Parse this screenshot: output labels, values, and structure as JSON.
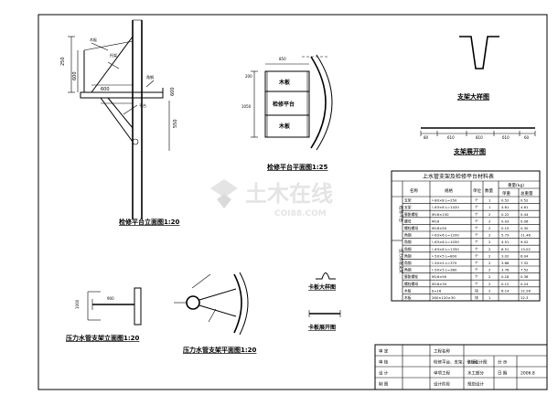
{
  "views": {
    "platform_elevation": {
      "title": "检修平台立面图1:20",
      "dims": [
        "250",
        "600",
        "600",
        "550",
        "600"
      ],
      "labels": [
        "木板",
        "托架",
        "角钢",
        "平台"
      ]
    },
    "platform_plan": {
      "title": "检修平台平面图1:25",
      "labels": [
        "木板",
        "检修平台",
        "木板"
      ],
      "dims": [
        "200",
        "1050",
        "850"
      ]
    },
    "bracket_detail": {
      "title": "支架大样图"
    },
    "bracket_unfold": {
      "title": "支架展开图",
      "dims": [
        "80",
        "610",
        "810",
        "610",
        "60"
      ]
    },
    "pipe_elevation": {
      "title": "压力水管支架立面图1:20",
      "dims": [
        "900",
        "1000"
      ]
    },
    "pipe_plan": {
      "title": "压力水管支架平面图1:20"
    },
    "clip_detail": {
      "title": "卡板大样图"
    },
    "clip_unfold": {
      "title": "卡板展开图"
    }
  },
  "material_table": {
    "title": "上水管支架及检修平台材料表",
    "side_label_1": "检修平台",
    "side_label_2": "压力水管支架",
    "headers": [
      "名称",
      "规格",
      "单位",
      "数量",
      "单重",
      "总重量"
    ],
    "weight_group": "重量(kg)",
    "rows": [
      [
        "支架",
        "∟80×8 L=250",
        "个",
        "1",
        "0.52",
        "0.52"
      ],
      [
        "支架",
        "∟63×6 L=1420",
        "个",
        "1",
        "4.61",
        "4.61"
      ],
      [
        "膨胀螺栓",
        "M16×150",
        "个",
        "2",
        "0.22",
        "0.44"
      ],
      [
        "螺母",
        "M16",
        "个",
        "2",
        "0.03",
        "0.06"
      ],
      [
        "螺栓螺母",
        "M16×50",
        "个",
        "2",
        "0.15",
        "0.30"
      ],
      [
        "角钢",
        "∟63×6 L=1200",
        "个",
        "2",
        "5.73",
        "11.46"
      ],
      [
        "角钢",
        "∟63×6 L=1050",
        "个",
        "2",
        "4.51",
        "9.02"
      ],
      [
        "角钢",
        "∟63×6 L=1350",
        "个",
        "2",
        "6.51",
        "13.02"
      ],
      [
        "角钢",
        "∟50×5 L=800",
        "个",
        "2",
        "3.02",
        "6.04"
      ],
      [
        "角钢",
        "∟50×5 L=370",
        "个",
        "2",
        "3.66",
        "7.32"
      ],
      [
        "角钢",
        "∟50×5 L=380",
        "个",
        "2",
        "3.76",
        "7.52"
      ],
      [
        "膨胀螺栓",
        "M16×90",
        "个",
        "2",
        "0.18",
        "0.36"
      ],
      [
        "螺栓螺母",
        "M16×30",
        "个",
        "2",
        "0.12",
        "0.24"
      ],
      [
        "木板",
        "δ=16",
        "块",
        "2",
        "6.14",
        "12.28"
      ],
      [
        "木板",
        "260×120×30",
        "块",
        "1",
        "",
        "12.3"
      ]
    ]
  },
  "title_block": {
    "cells": [
      [
        "审  定",
        "",
        "工程名称",
        "",
        "",
        ""
      ],
      [
        "审  核",
        "",
        "检修平台、支架、卡板设计图",
        "比  例",
        "分  示",
        ""
      ],
      [
        "设  计",
        "",
        "单项工程",
        "水工部分",
        "日  期",
        "2006.8"
      ],
      [
        "制  图",
        "",
        "设计阶段",
        "规划设计",
        "",
        ""
      ]
    ]
  },
  "watermark": {
    "main": "土木在线",
    "sub": "COI88.COM"
  }
}
